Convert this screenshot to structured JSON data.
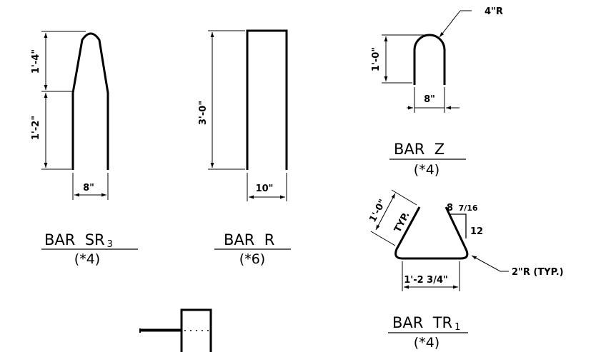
{
  "drawing": {
    "bar_sr3": {
      "dim_upper": "1'-4\"",
      "dim_lower": "1'-2\"",
      "dim_width": "8\"",
      "title": "BAR  SR",
      "title_sub": "3",
      "qty": "(*4)"
    },
    "bar_r": {
      "dim_height": "3'-0\"",
      "dim_width": "10\"",
      "title": "BAR  R",
      "qty": "(*6)"
    },
    "bar_z": {
      "radius_note": "4\"R",
      "dim_height": "1'-0\"",
      "dim_width": "8\"",
      "title": "BAR  Z",
      "qty": "(*4)"
    },
    "bar_tr1": {
      "dim_leg": "1'-0\"",
      "dim_leg_note": "TYP.",
      "slope_run": "8",
      "slope_run_frac": "7/16",
      "slope_rise": "12",
      "dim_base": "1'-2 3/4\"",
      "radius_note": "2\"R (TYP.)",
      "title": "BAR  TR",
      "title_sub": "1",
      "qty": "(*4)"
    }
  }
}
